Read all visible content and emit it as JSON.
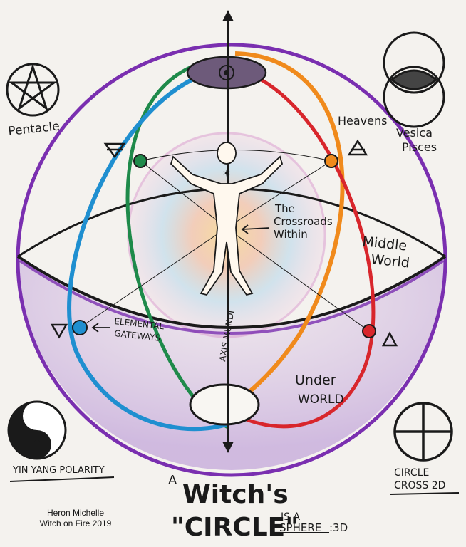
{
  "labels": {
    "pentacle": "Pentacle",
    "heavens": "Heavens",
    "vesica_line1": "Vesica",
    "vesica_line2": "Pisces",
    "crossroads_line1": "The",
    "crossroads_line2": "Crossroads",
    "crossroads_line3": "Within",
    "middle_line1": "Middle",
    "middle_line2": "World",
    "elemental_line1": "ELEMENTAL",
    "elemental_line2": "GATEWAYS",
    "axis_mundi": "AXIS MUNDI",
    "under_line1": "Under",
    "under_line2": "WORLD",
    "yin_yang": "YIN YANG POLARITY",
    "circle_cross_line1": "CIRCLE",
    "circle_cross_line2": "CROSS 2D"
  },
  "title": {
    "article": "A",
    "witchs": "Witch's",
    "circle": "\"CIRCLE\"",
    "is_a": "IS A",
    "sphere": "SPHERE",
    "three_d": ":3D"
  },
  "credit": {
    "line1": "Heron Michelle",
    "line2": "Witch on Fire 2019"
  },
  "colors": {
    "sphere_outline": "#7a2fb0",
    "green": "#1e8a4a",
    "blue": "#1f8fd0",
    "orange": "#f08a1c",
    "red": "#d8262c",
    "ink": "#1a1a1a"
  },
  "icons": [
    "pentacle-icon",
    "vesica-pisces-icon",
    "yin-yang-icon",
    "circle-cross-icon",
    "air-triangle-icon",
    "fire-triangle-icon",
    "water-triangle-icon",
    "earth-triangle-icon"
  ]
}
